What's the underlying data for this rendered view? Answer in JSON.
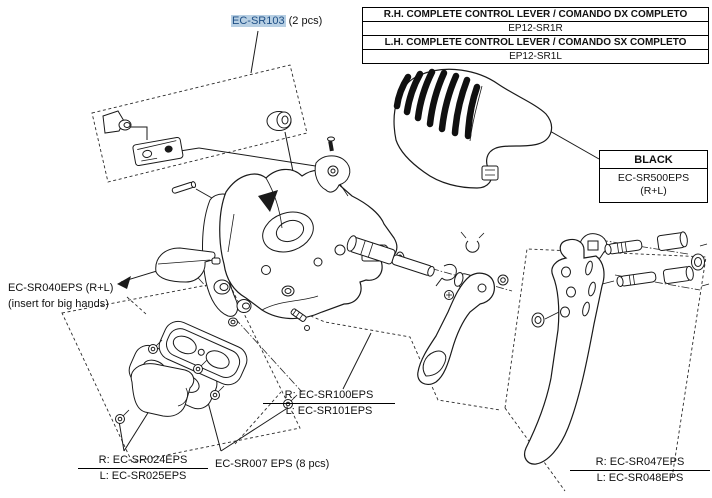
{
  "colors": {
    "background": "#ffffff",
    "line_art": "#1a1a1a",
    "sr103_text": "#1d4e85",
    "sr103_highlight": "#b7cfe3"
  },
  "control_lever_table": {
    "rows": [
      {
        "text": "R.H. COMPLETE CONTROL LEVER / COMANDO DX COMPLETO",
        "bold": true
      },
      {
        "text": "EP12-SR1R",
        "bold": false
      },
      {
        "text": "L.H. COMPLETE CONTROL LEVER / COMANDO SX COMPLETO",
        "bold": true
      },
      {
        "text": "EP12-SR1L",
        "bold": false
      }
    ]
  },
  "black_hood_box": {
    "title": "BLACK",
    "part": "EC-SR500EPS",
    "suffix": "(R+L)"
  },
  "callouts": {
    "sr103": {
      "part": "EC-SR103",
      "suffix": " (2 pcs)"
    },
    "sr040": {
      "line1": "EC-SR040EPS (R+L)",
      "line2": "(insert for big hands)"
    },
    "sr100": {
      "right": "R: EC-SR100EPS",
      "left": "L: EC-SR101EPS"
    },
    "sr024": {
      "right": "R: EC-SR024EPS",
      "left": "L: EC-SR025EPS"
    },
    "sr007": {
      "text": "EC-SR007 EPS (8 pcs)"
    },
    "sr047": {
      "right": "R: EC-SR047EPS",
      "left": "L: EC-SR048EPS"
    }
  }
}
